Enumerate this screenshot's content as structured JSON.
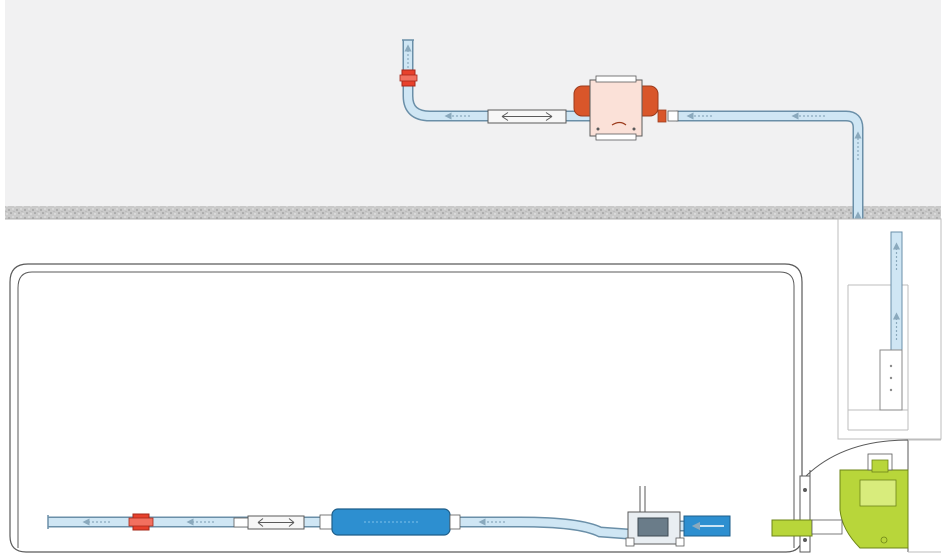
{
  "diagram": {
    "type": "condensate-pump-installation",
    "labels": [],
    "colors": {
      "ceiling_void": "#f1f1f2",
      "ceiling_board": "#cfcfcf",
      "pipe_fill": "#cfe6f4",
      "pipe_stroke": "#6a8fa8",
      "flow_arrow": "#8aa9bd",
      "check_valve": "#e8412c",
      "pump_body": "#d9562a",
      "pump_cover": "#fbe1d8",
      "inline_unit": "#2d8fd0",
      "reservoir": "#b8d63a",
      "outline": "#5a5a5a"
    },
    "components": [
      {
        "id": "ceiling-pump",
        "name": "condensate-pump"
      },
      {
        "id": "top-check-valve",
        "name": "check-valve"
      },
      {
        "id": "top-silencer",
        "name": "anti-siphon-silencer"
      },
      {
        "id": "bottom-check-valve",
        "name": "check-valve"
      },
      {
        "id": "bottom-silencer",
        "name": "anti-siphon-silencer"
      },
      {
        "id": "inline-pump",
        "name": "inline-pump"
      },
      {
        "id": "float-reservoir",
        "name": "float-reservoir"
      }
    ]
  }
}
